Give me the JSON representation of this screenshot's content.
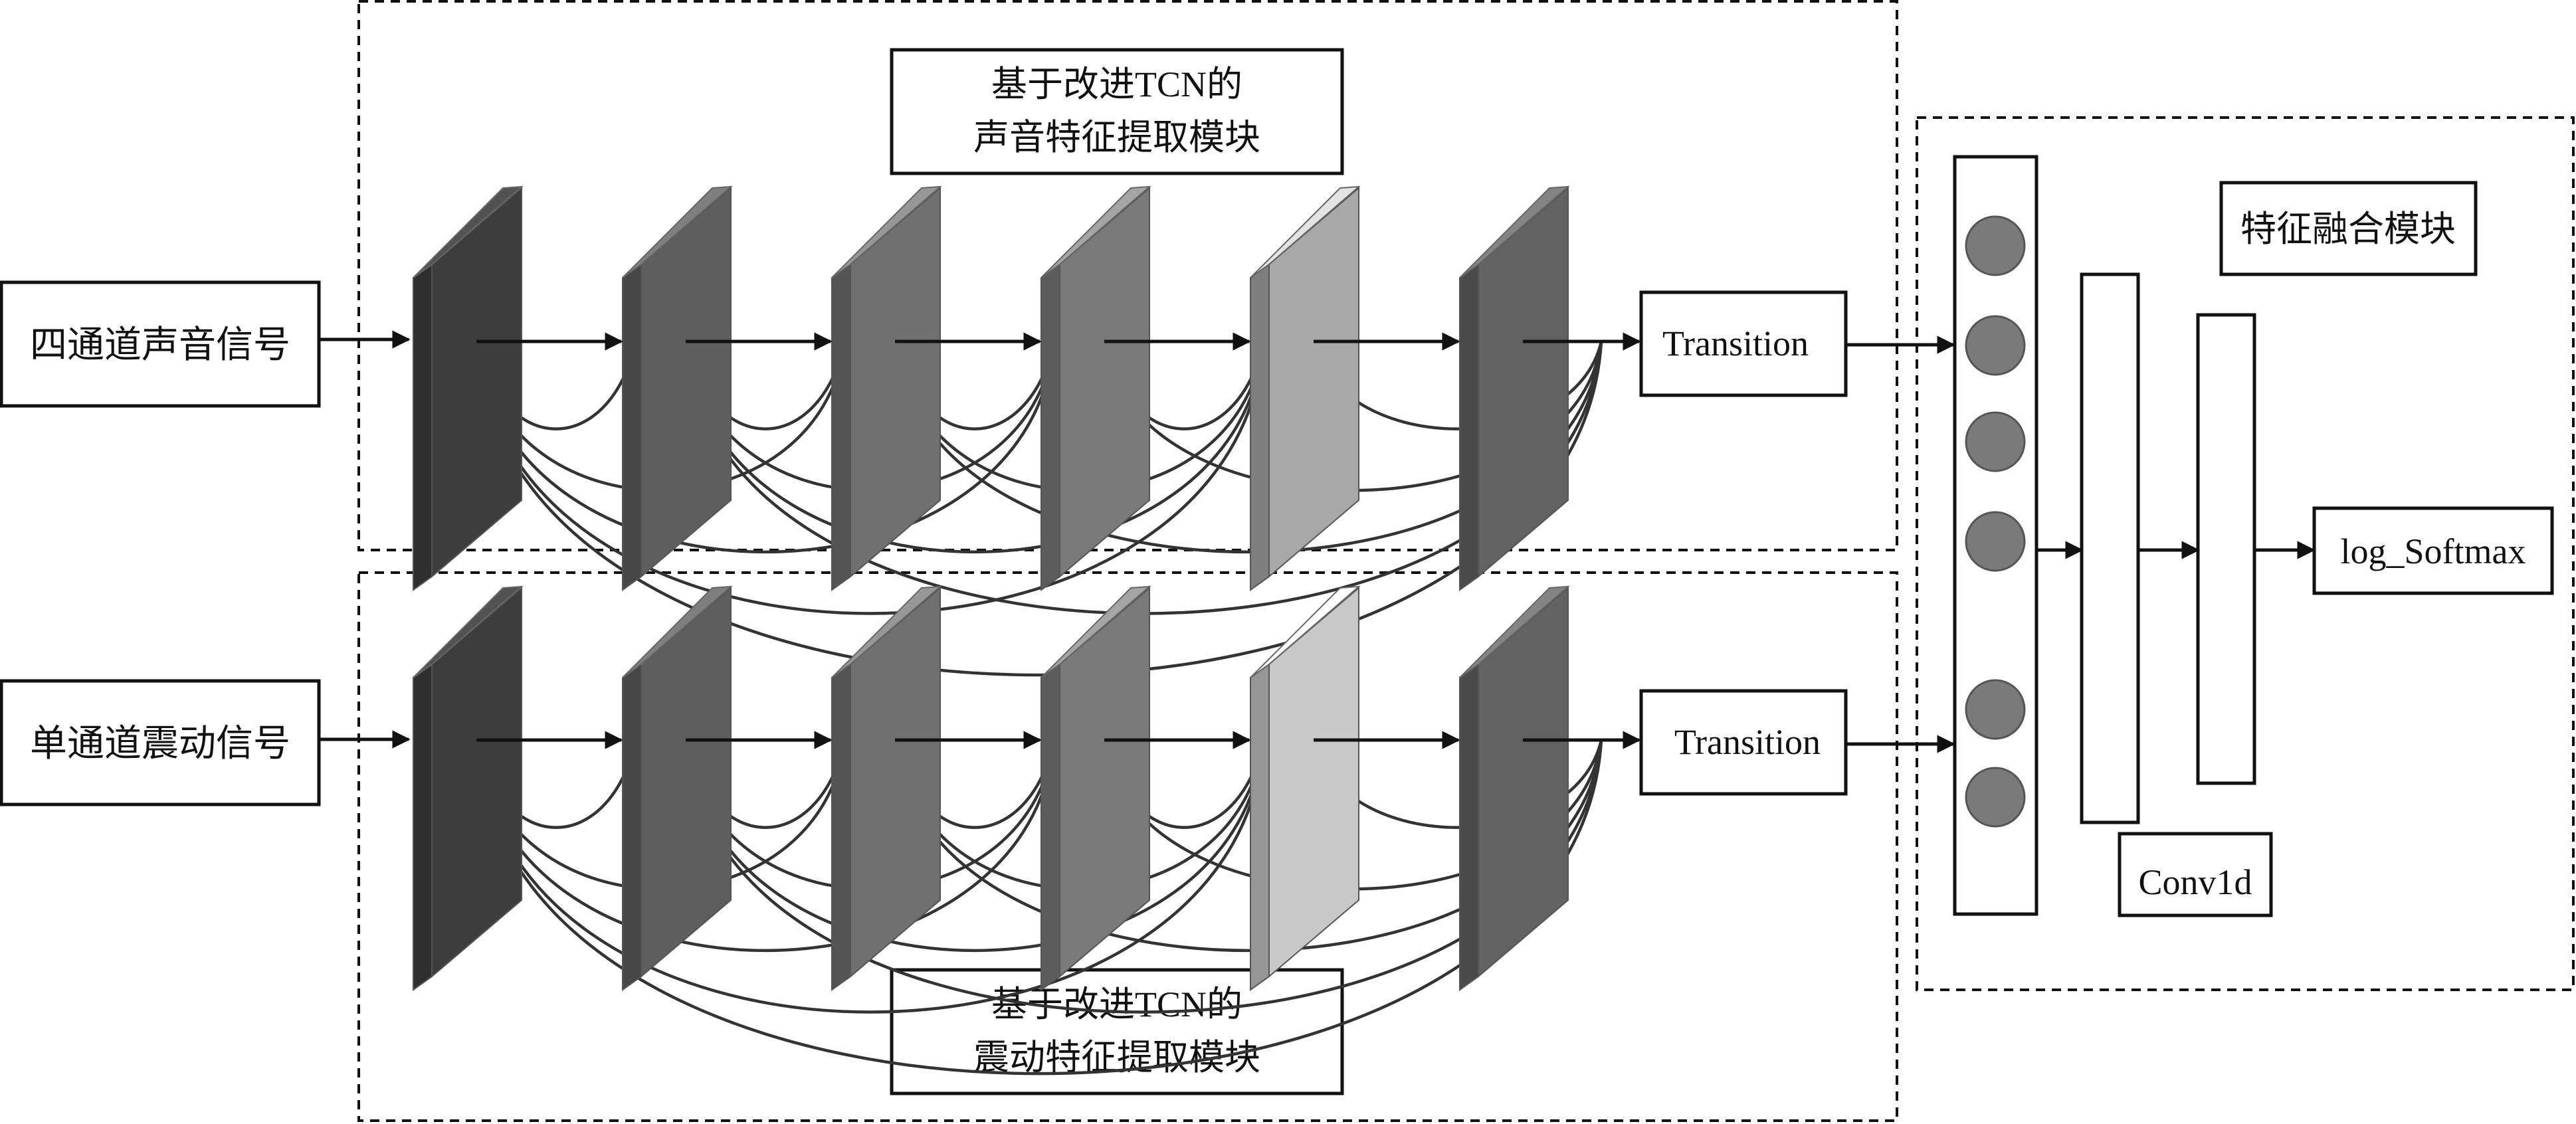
{
  "inputs": {
    "acoustic": "四通道声音信号",
    "vibration": "单通道震动信号"
  },
  "modules": {
    "acoustic_title_line1": "基于改进TCN的",
    "acoustic_title_line2": "声音特征提取模块",
    "vibration_title_line1": "基于改进TCN的",
    "vibration_title_line2": "震动特征提取模块",
    "fusion_title": "特征融合模块"
  },
  "blocks": {
    "transition_top": "Transition",
    "transition_bottom": "Transition",
    "conv1d": "Conv1d",
    "output": "log_Softmax"
  },
  "colors": {
    "line": "#111111",
    "layer_faces": [
      "#3d3d3d",
      "#5e5e5e",
      "#707070",
      "#7a7a7a",
      "#a8a8a8",
      "#626262"
    ],
    "layer_faces_bottom": [
      "#3d3d3d",
      "#5e5e5e",
      "#707070",
      "#7a7a7a",
      "#c8c8c8",
      "#626262"
    ],
    "node": "#7a7a7a"
  }
}
